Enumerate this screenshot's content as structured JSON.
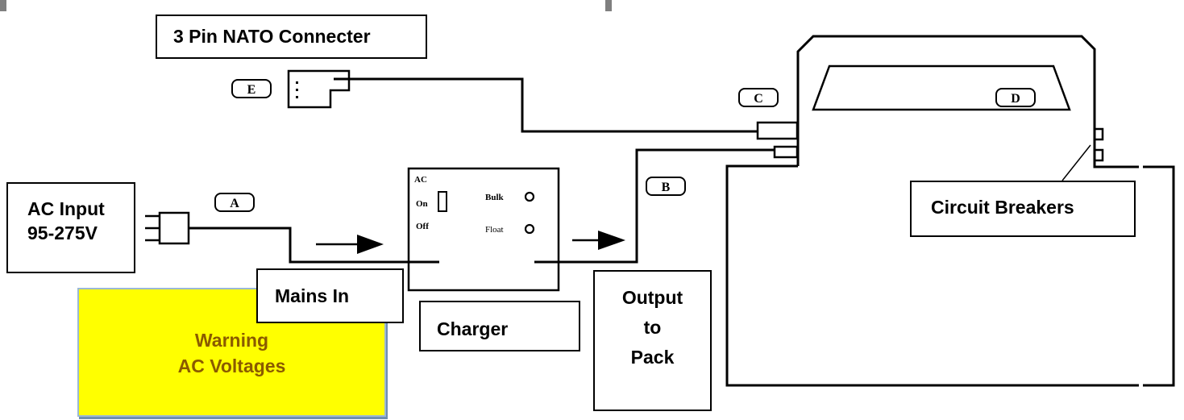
{
  "labels": {
    "nato_connector": "3 Pin NATO Connecter",
    "ac_input": [
      "AC Input",
      "95-275V"
    ],
    "mains_in": "Mains In",
    "charger": "Charger",
    "output_to_pack": [
      "Output",
      "to",
      "Pack"
    ],
    "circuit_breakers": "Circuit Breakers",
    "warning": [
      "Warning",
      "AC Voltages"
    ]
  },
  "markers": {
    "a": "A",
    "b": "B",
    "c": "C",
    "d": "D",
    "e": "E"
  },
  "charger_panel": {
    "ac": "AC",
    "on": "On",
    "off": "Off",
    "bulk": "Bulk",
    "float": "Float"
  },
  "colors": {
    "warning_fill": "#ffff00",
    "warning_text": "#8a5a00",
    "warning_border": "#9cb9d4"
  }
}
